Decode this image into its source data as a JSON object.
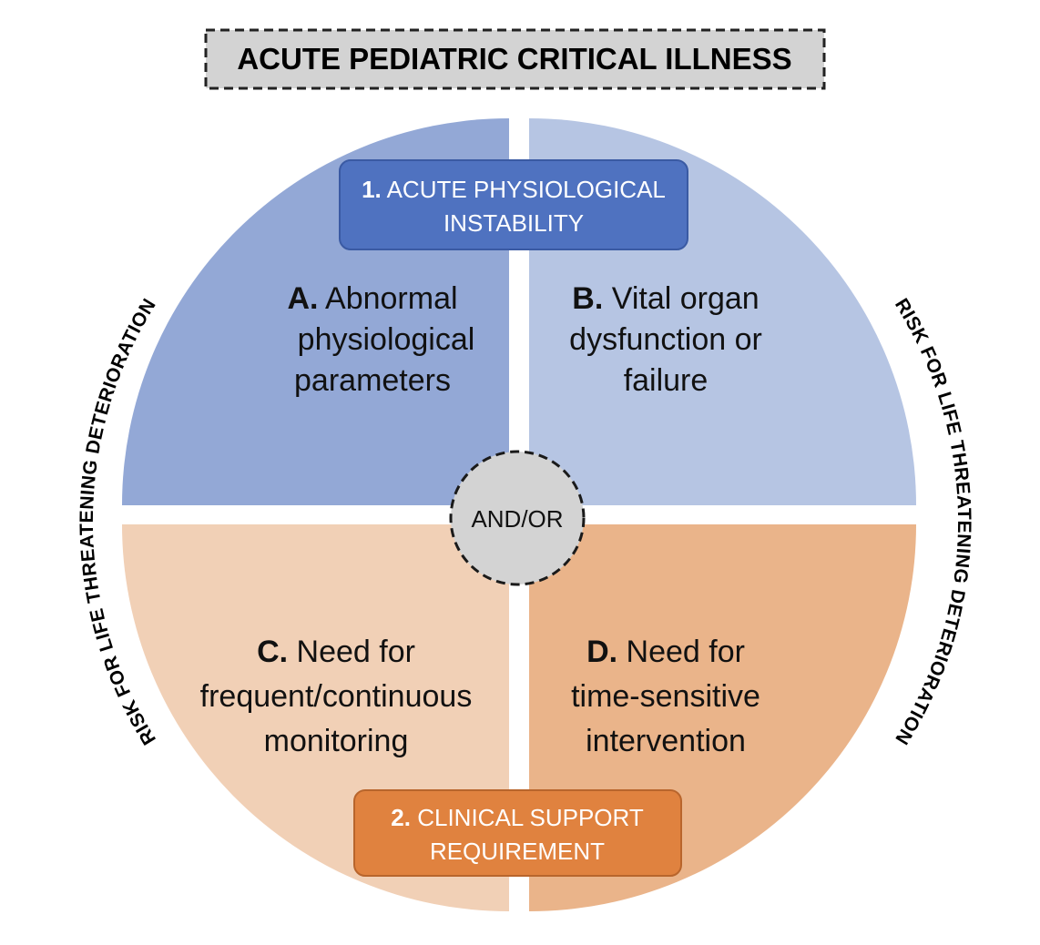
{
  "header": {
    "title": "ACUTE PEDIATRIC CRITICAL ILLNESS"
  },
  "categories": {
    "physiological": {
      "number": "1.",
      "label_line1": "ACUTE PHYSIOLOGICAL",
      "label_line2": "INSTABILITY",
      "color": "#4f72c0"
    },
    "clinical": {
      "number": "2.",
      "label_line1": "CLINICAL SUPPORT",
      "label_line2": "REQUIREMENT",
      "color": "#e0823f"
    }
  },
  "quadrants": {
    "a": {
      "letter": "A.",
      "line1": "Abnormal",
      "line2": "physiological",
      "line3": "parameters",
      "color": "#93a8d6"
    },
    "b": {
      "letter": "B.",
      "line1": "Vital organ",
      "line2": "dysfunction or",
      "line3": "failure",
      "color": "#b6c5e3"
    },
    "c": {
      "letter": "C.",
      "line1": "Need for",
      "line2": "frequent/continuous",
      "line3": "monitoring",
      "color": "#f1d0b6"
    },
    "d": {
      "letter": "D.",
      "line1": "Need for",
      "line2": "time-sensitive",
      "line3": "intervention",
      "color": "#eab48a"
    }
  },
  "center": {
    "label": "AND/OR"
  },
  "side_labels": {
    "left": "RISK FOR LIFE THREATENING DETERIORATION",
    "right": "RISK FOR LIFE THREATENING DETERIORATION"
  }
}
